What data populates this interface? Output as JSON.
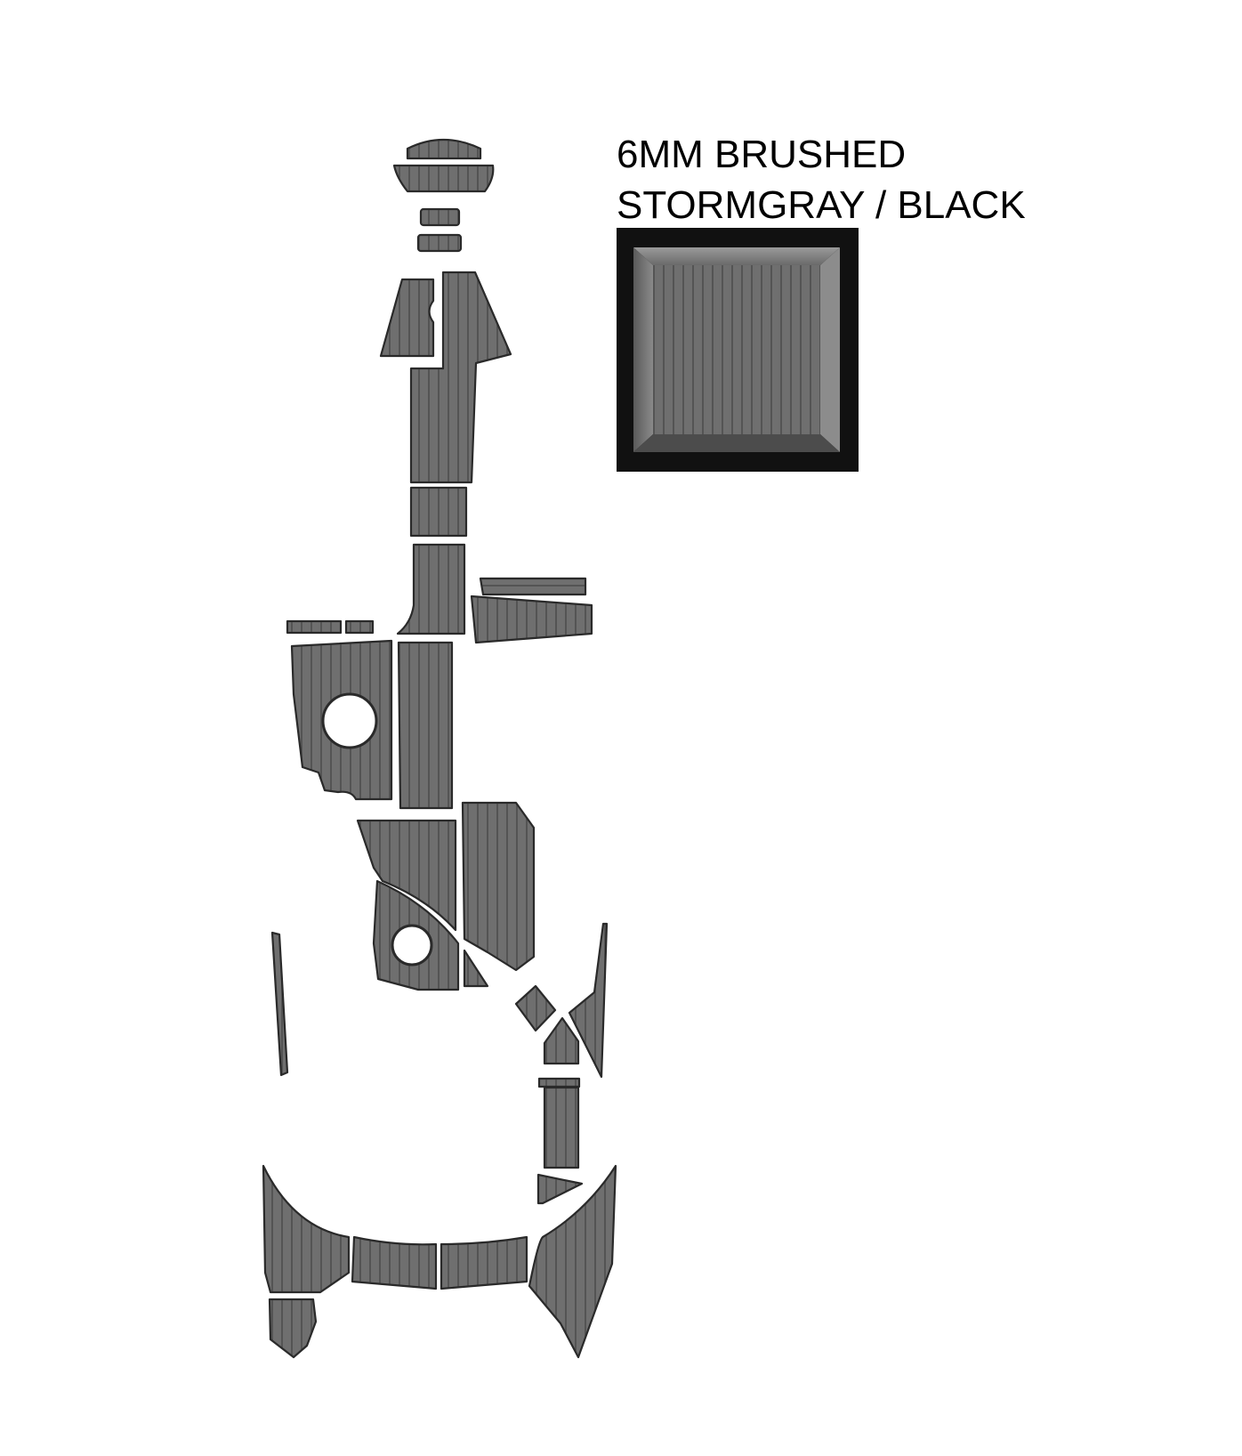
{
  "product": {
    "line1": "6MM BRUSHED",
    "line2": "STORMGRAY / BLACK"
  },
  "colors": {
    "top_color": "#6f6f6f",
    "edge_color": "#2a2a2a",
    "groove_color": "#4e4e4e",
    "swatch_border": "#111111",
    "swatch_face": "#7a7a7a"
  },
  "swatch": {
    "name": "stormgray-black-color-swatch"
  }
}
